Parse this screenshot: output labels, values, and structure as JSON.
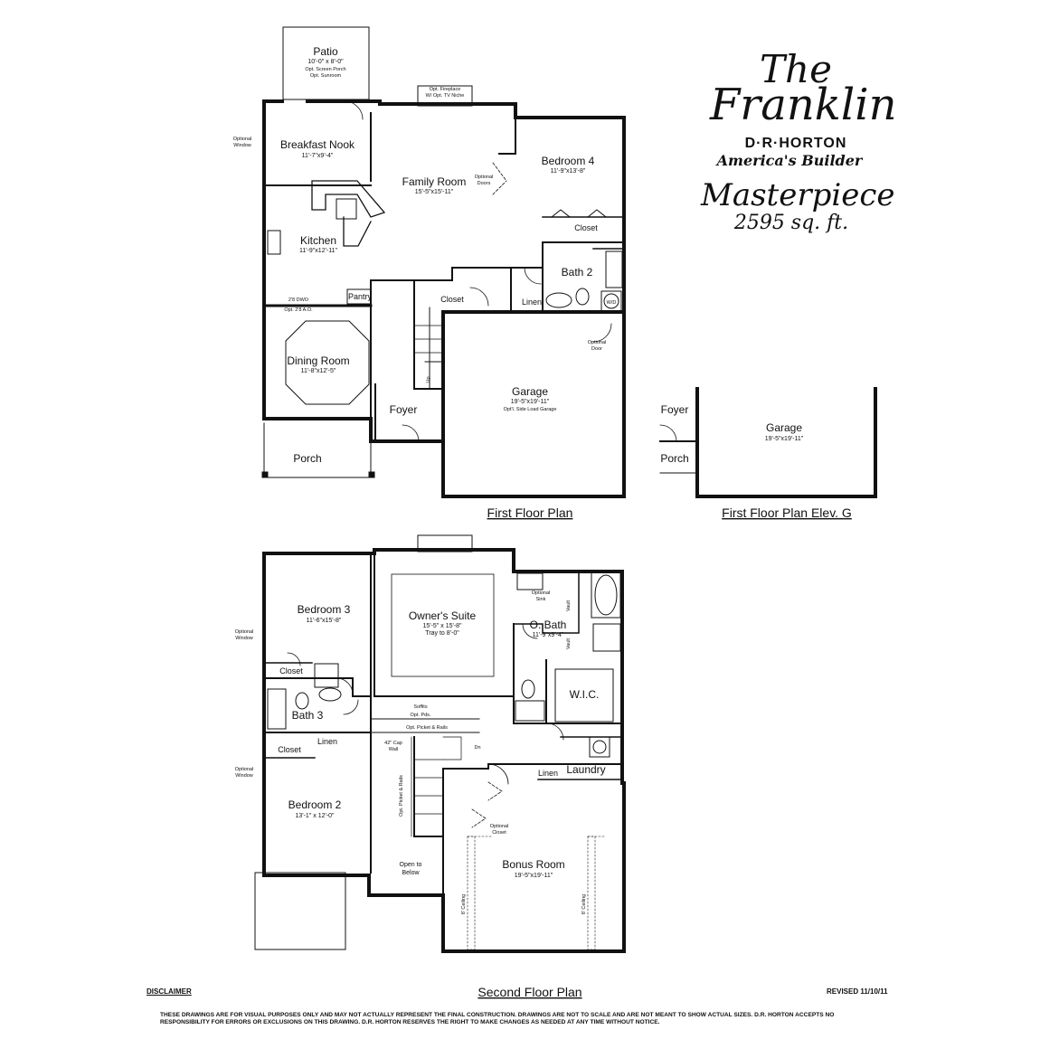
{
  "title": {
    "line1": "The",
    "line2": "Franklin",
    "brand": "D·R·HORTON",
    "tagline": "America's Builder",
    "series": "Masterpiece",
    "area": "2595 sq. ft."
  },
  "first_floor": {
    "caption": "First Floor Plan",
    "patio": {
      "name": "Patio",
      "dim": "10'-0\" x 8'-0\"",
      "opt1": "Opt. Screen Porch",
      "opt2": "Opt. Sunroom"
    },
    "breakfast_nook": {
      "name": "Breakfast Nook",
      "dim": "11'-7\"x9'-4\""
    },
    "family_room": {
      "name": "Family Room",
      "dim": "15'-5\"x15'-11\""
    },
    "fireplace_note": {
      "line1": "Opt. Fireplace",
      "line2": "W/ Opt. TV Niche"
    },
    "optional_window": {
      "line1": "Optional",
      "line2": "Window"
    },
    "optional_doors": {
      "line1": "Optional",
      "line2": "Doors"
    },
    "bedroom4": {
      "name": "Bedroom 4",
      "dim": "11'-9\"x13'-8\""
    },
    "closet": "Closet",
    "kitchen": {
      "name": "Kitchen",
      "dim": "11'-9\"x12'-11\""
    },
    "bath2": "Bath 2",
    "pantry": "Pantry",
    "linen": "Linen",
    "wd": "W/D",
    "dwo_note": {
      "line1": "2'8 DWO",
      "line2": "Opt. 2'8 A.O."
    },
    "dining_room": {
      "name": "Dining Room",
      "dim": "11'-8\"x12'-5\""
    },
    "optional_door": {
      "line1": "Optional",
      "line2": "Door"
    },
    "garage": {
      "name": "Garage",
      "dim": "19'-5\"x19'-11\"",
      "opt": "Opt'l. Side Load Garage"
    },
    "foyer": "Foyer",
    "porch": "Porch",
    "up": "Up"
  },
  "elevation_g": {
    "caption": "First Floor Plan Elev. G",
    "foyer": "Foyer",
    "porch": "Porch",
    "garage": {
      "name": "Garage",
      "dim": "19'-5\"x19'-11\""
    }
  },
  "second_floor": {
    "caption": "Second Floor Plan",
    "bedroom3": {
      "name": "Bedroom 3",
      "dim": "11'-6\"x15'-8\""
    },
    "owners_suite": {
      "name": "Owner's Suite",
      "dim": "15'-5\" x 15'-8\"",
      "note": "Tray to 8'-0\""
    },
    "o_bath": {
      "name": "O. Bath",
      "dim": "11'-9\"x9'-4\""
    },
    "optional_sink": {
      "line1": "Optional",
      "line2": "Sink"
    },
    "vault": "Vault",
    "wic": "W.I.C.",
    "optional_window": {
      "line1": "Optional",
      "line2": "Window"
    },
    "closet": "Closet",
    "bath3": "Bath 3",
    "linen": "Linen",
    "soffit": {
      "line1": "Soffits",
      "line2": "Opt. Pds."
    },
    "picket_rails": "Opt. Picket & Rails",
    "cap_wall": {
      "line1": "42\" Cap",
      "line2": "Wall"
    },
    "picket_rails_vertical": "Opt. Picket & Rails",
    "dn": "Dn",
    "laundry": "Laundry",
    "bedroom2": {
      "name": "Bedroom 2",
      "dim": "13'-1\" x 12'-0\""
    },
    "optional_closet": {
      "line1": "Optional",
      "line2": "Closet"
    },
    "open_to_below": {
      "line1": "Open to",
      "line2": "Below"
    },
    "bonus_room": {
      "name": "Bonus Room",
      "dim": "19'-5\"x19'-11\""
    },
    "ceiling": "8' Ceiling"
  },
  "footer": {
    "disclaimer_label": "DISCLAIMER",
    "revised": "REVISED 11/10/11",
    "disclaimer_text": "THESE DRAWINGS ARE FOR VISUAL PURPOSES ONLY AND MAY NOT ACTUALLY REPRESENT THE FINAL CONSTRUCTION. DRAWINGS ARE NOT TO SCALE AND ARE NOT MEANT TO SHOW ACTUAL SIZES. D.R. HORTON ACCEPTS NO RESPONSIBILITY FOR ERRORS OR EXCLUSIONS ON THIS DRAWING. D.R. HORTON RESERVES THE RIGHT TO MAKE CHANGES AS NEEDED AT ANY TIME WITHOUT NOTICE."
  }
}
